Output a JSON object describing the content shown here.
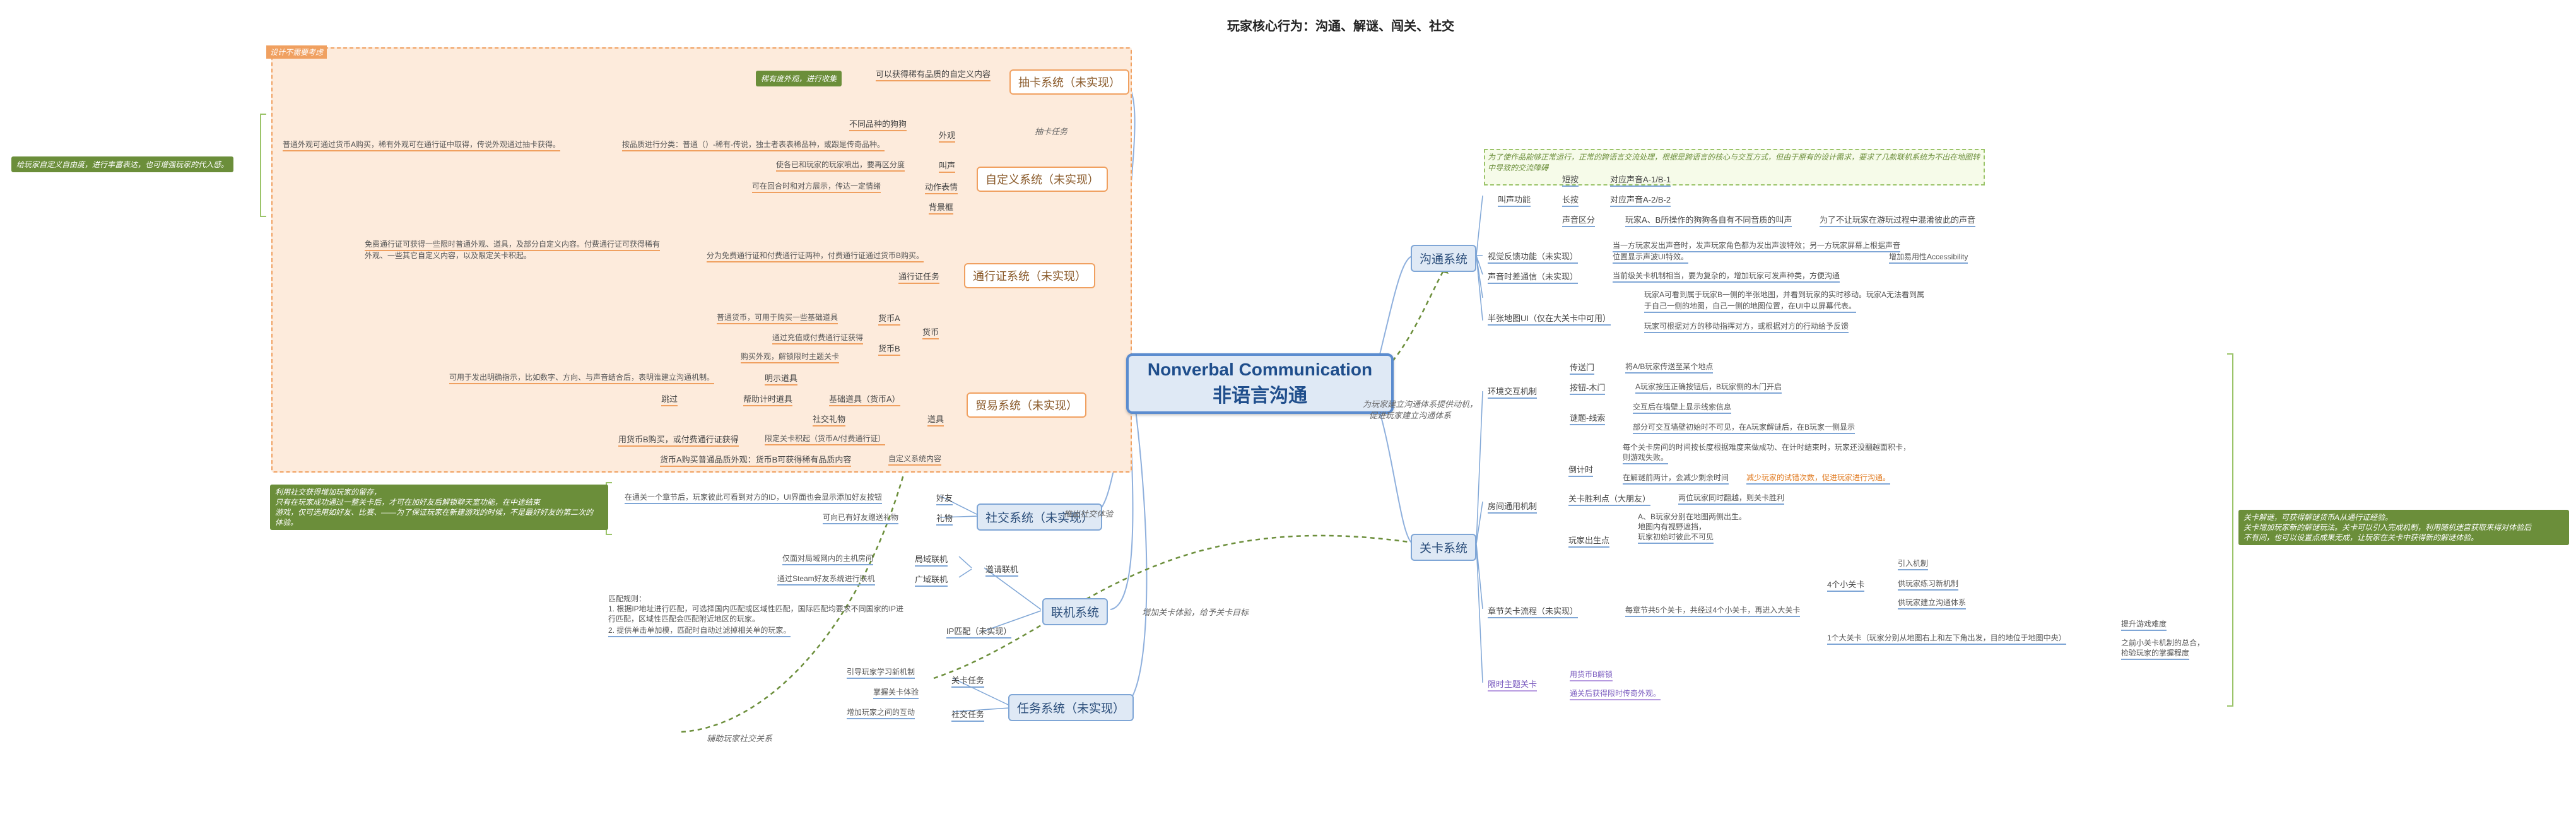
{
  "title": "玩家核心行为：沟通、解谜、闯关、社交",
  "center": {
    "en": "Nonverbal Communication",
    "zh": "非语言沟通"
  },
  "left_zone_tag": "设计不需要考虑",
  "systems": {
    "draw": "抽卡系统（未实现）",
    "custom": "自定义系统（未实现）",
    "pass": "通行证系统（未实现）",
    "trade": "贸易系统（未实现）",
    "social": "社交系统（未实现）",
    "online": "联机系统",
    "task": "任务系统（未实现）",
    "comm": "沟通系统",
    "level": "关卡系统"
  },
  "draw": {
    "item": "可以获得稀有品质的自定义内容",
    "note": "稀有度外观，进行收集"
  },
  "custom": {
    "appearance": "外观",
    "shape": "不同品种的狗狗",
    "quality_desc": "普通外观可通过货币A购买，稀有外观可在通行证中取得，传说外观通过抽卡获得。",
    "quality": "按品质进行分类：普通（）-稀有-传说，独士者表表稀品种，或跟是传奇品种。",
    "call": "叫声",
    "call_desc": "使各已和玩家的玩家喷出，要再区分度",
    "action": "动作表情",
    "action_desc": "可在回合时和对方展示，传达一定情绪",
    "bg": "背景框"
  },
  "pass": {
    "task": "通行证任务",
    "desc1": "免费通行证可获得一些限时普通外观、道具，及部分自定义内容。付费通行证可获得稀有",
    "desc2": "外观、一些其它自定义内容，以及限定关卡积起。",
    "split": "分为免费通行证和付费通行证两种，付费通行证通过货币B购买。"
  },
  "trade": {
    "currency": "货币",
    "curA_desc": "普通货币，可用于购买一些基础道具",
    "curA": "货币A",
    "curB": "货币B",
    "curB_d1": "通过充值或付费通行证获得",
    "curB_d2": "购买外观，解锁限时主题关卡",
    "items": "道具",
    "hint_desc": "可用于发出明确指示，比如数字、方向、与声音结合后，表明谁建立沟通机制。",
    "hint": "明示道具",
    "skip": "跳过",
    "basic": "基础道具（货币A）",
    "help": "帮助计时道具",
    "soc": "社交礼物",
    "buy_a": "用货币B购买，或付费通行证获得",
    "limit": "限定关卡积起（货币A/付费通行证）",
    "buy_b": "货币A购买普通品质外观：货币B可获得稀有品质内容",
    "cus": "自定义系统内容"
  },
  "social": {
    "friend": "好友",
    "friend_desc": "在通关一个章节后，玩家彼此可看到对方的ID，UI界面也会显示添加好友按钮",
    "gift": "礼物",
    "gift_desc": "可向已有好友赠送礼物"
  },
  "online": {
    "lan": "局域联机",
    "lan_desc": "仅面对局域网内的主机房间",
    "wan": "广域联机",
    "wan_desc": "通过Steam好友系统进行联机",
    "join": "邀请联机",
    "ip": "IP匹配（未实现）",
    "match_title": "匹配规则：",
    "match_1": "1. 根据IP地址进行匹配，可选择国内匹配或区域性匹配，国际匹配均要求不同国家的IP进",
    "match_1b": "行匹配，区域性匹配会匹配附近地区的玩家。",
    "match_2": "2. 提供单击单加模，匹配时自动过滤掉相关单的玩家。"
  },
  "task": {
    "level_task": "关卡任务",
    "lt1": "引导玩家学习新机制",
    "lt2": "掌握关卡体验",
    "soc_task": "社交任务",
    "st1": "增加玩家之间的互动"
  },
  "comm": {
    "note": "为了使作品能够正常运行，正常的跨语言交流处理，根据是跨语言的核心与交互方式，但由于原有的设计需求，要求了几款联机系统为不出在地图转中导致的交流障碍",
    "bark": "叫声功能",
    "short": "短按",
    "short_v": "对应声音A-1/B-1",
    "long": "长按",
    "long_v": "对应声音A-2/B-2",
    "voice_diff": "声音区分",
    "voice_desc": "玩家A、B所操作的狗狗各自有不同音质的叫声",
    "voice_why": "为了不让玩家在游玩过程中混淆彼此的声音",
    "visual": "视觉反馈功能（未实现）",
    "visual_desc1": "当一方玩家发出声音时，发声玩家角色都为发出声波特效；另一方玩家屏幕上根据声音",
    "visual_desc2": "位置显示声波UI特效。",
    "access": "增加易用性Accessibility",
    "latency": "声音时差通信（未实现）",
    "latency_desc": "当前级关卡机制相当，要为复杂的，增加玩家可发声种类，方便沟通",
    "minimap": "半张地图UI（仅在大关卡中可用）",
    "mm1": "玩家A可看到属于玩家B一侧的半张地图，并看到玩家的实时移动。玩家A无法看到属",
    "mm1b": "于自己一侧的地图，自己一侧的地图位置，在UI中以屏幕代表。",
    "mm2": "玩家可根据对方的移动指挥对方，或根据对方的行动给予反馈"
  },
  "level": {
    "env": "环境交互机制",
    "portal": "传送门",
    "portal_desc": "将A/B玩家传送至某个地点",
    "switch": "按钮-木门",
    "switch_desc": "A玩家按压正确按钮后，B玩家侧的木门开启",
    "riddle": "谜题-线索",
    "riddle_d1": "交互后在墙壁上显示线索信息",
    "riddle_d2": "部分可交互墙壁初始时不可见，在A玩家解谜后，在B玩家一侧显示",
    "general": "房间通用机制",
    "timer": "倒计时",
    "timer_d1": "每个关卡房间的时间按长度根据难度来做成功、在计时结束时，玩家还没翻越面积卡，",
    "timer_d1b": "则游戏失败。",
    "timer_d2": "在解谜前两计，会减少剩余时间",
    "timer_d3": "减少玩家的试错次数，促进玩家进行沟通。",
    "checkpoint": "关卡胜利点（大朋友）",
    "checkpoint_d": "两位玩家同时翻越，则关卡胜利",
    "spawn": "玩家出生点",
    "spawn_d1": "A、B玩家分别在地图两侧出生。",
    "spawn_d2": "地图内有视野遮挡，",
    "spawn_d3": "玩家初始时彼此不可见",
    "flow": "章节关卡流程（未实现）",
    "flow_desc": "每章节共5个关卡，共经过4个小关卡，再进入大关卡",
    "small": "4个小关卡",
    "s1": "引入机制",
    "s2": "供玩家练习新机制",
    "s3": "供玩家建立沟通体系",
    "big": "1个大关卡（玩家分别从地图右上和左下角出发，目的地位于地图中央）",
    "b1": "提升游戏难度",
    "b2": "之前小关卡机制的总合，",
    "b2b": "检验玩家的掌握程度",
    "theme": "限时主题关卡",
    "theme_d1": "用货币B解锁",
    "theme_d2": "通关后获得限时传奇外观。"
  },
  "notes": {
    "left_custom": "给玩家自定义自由度，进行丰富表达，也可增强玩家的代入感。",
    "left_social": "利用社交获得增加玩家的留存，\n只有在玩家成功通过一整关卡后，才可在加好友后解锁聊天室功能，在中途结束\n游戏，仅可选用如好友、比赛、——为了保证玩家在新建游戏的时候，不是最好好友的第二次的\n体验。",
    "right_level": "关卡解谜，可获得解谜货币A从通行证经验。\n关卡增加玩家新的解谜玩法。关卡可以引入完成机制，利用随机迷宫获取来得对体验后\n不有间，也可以设置点成果无成，让玩家在关卡中获得新的解谜体验。"
  },
  "floats": {
    "draw_task": "抽卡任务",
    "a1": "为玩家建立沟通体系提供动机，",
    "a1b": "促进玩家建立沟通体系",
    "a2": "增加关卡体验，给予关卡目标",
    "a3": "辅助玩家社交关系",
    "a4": "推出社交体验"
  }
}
